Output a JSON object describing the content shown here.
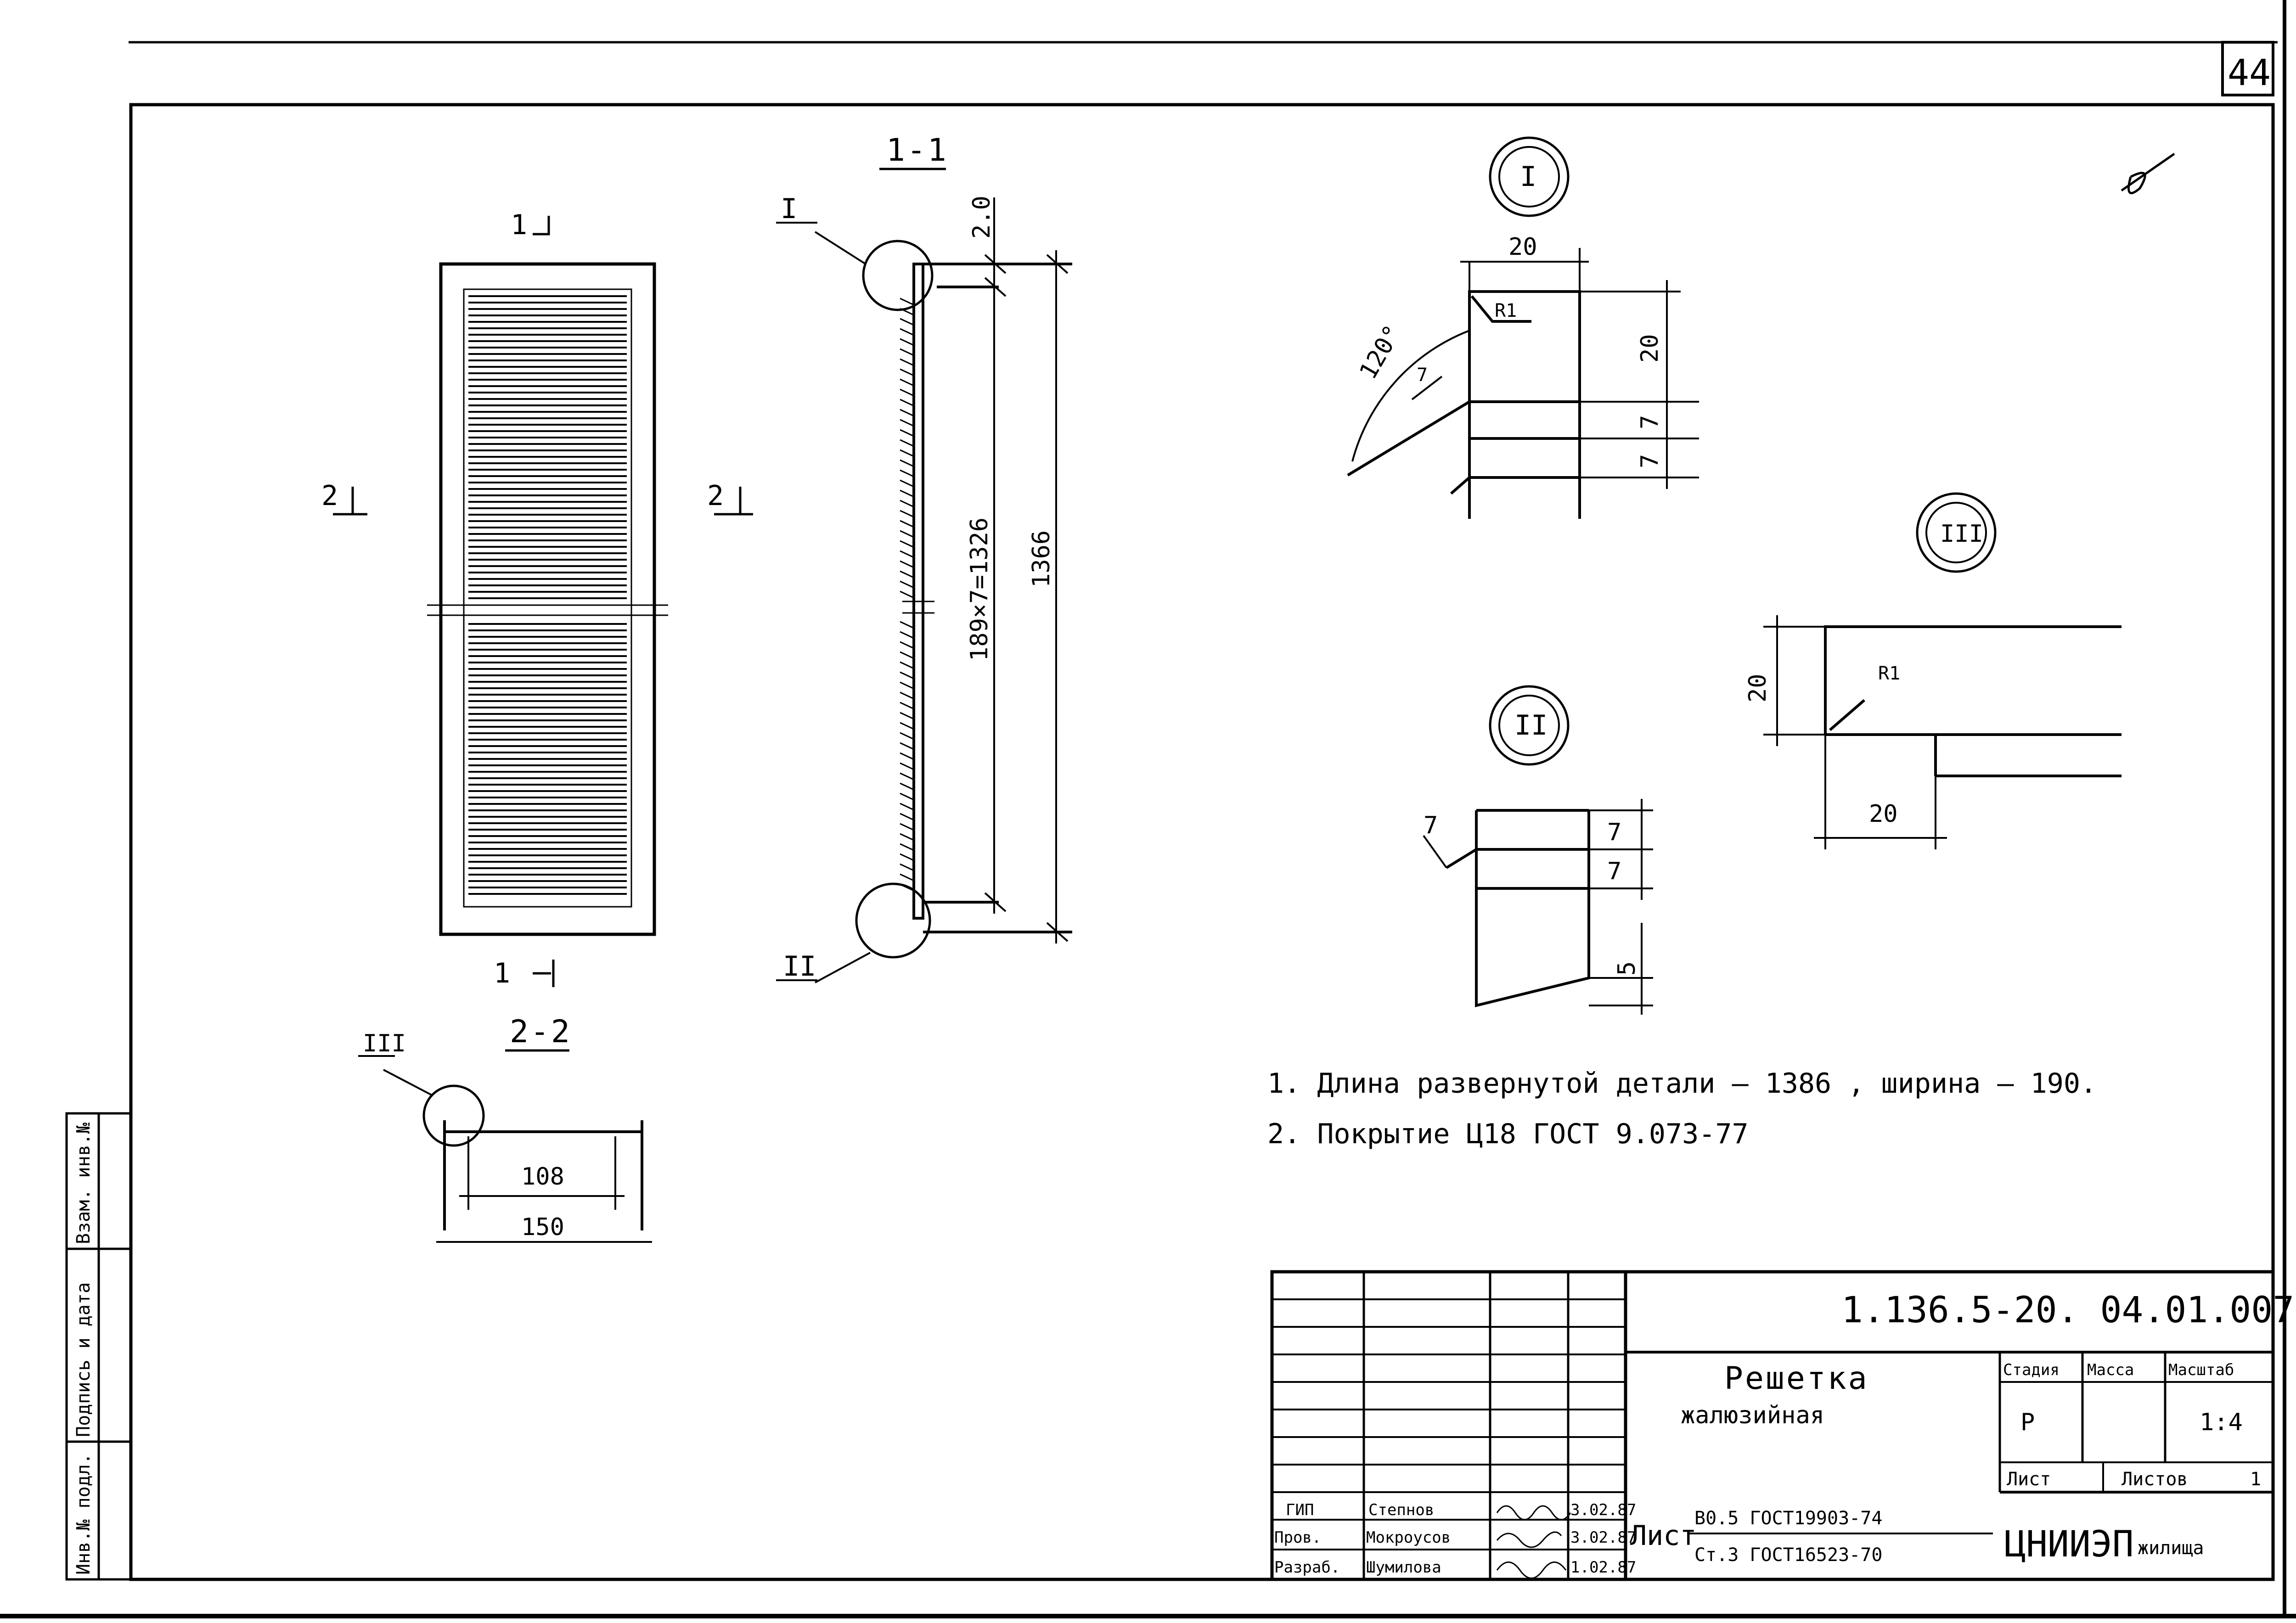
{
  "sheet": {
    "page_number": "44"
  },
  "views": {
    "view_1_1": {
      "label": "1-1",
      "callout_1": "I",
      "callout_2": "II",
      "dims": {
        "top_gap": "2.0",
        "pitch": "189×7=1326",
        "overall": "1366"
      }
    },
    "front_view": {
      "section_mark_top": "1",
      "section_mark_bottom": "1",
      "section_mark_left": "2",
      "section_mark_right": "2"
    },
    "view_2_2": {
      "label": "2-2",
      "callout_3": "III",
      "dims": {
        "inner": "108",
        "outer": "150"
      }
    }
  },
  "details": {
    "detail_I": {
      "marker": "I",
      "dims": {
        "width": "20",
        "height": "20",
        "step_1": "7",
        "step_2": "7",
        "slat": "7",
        "angle": "120°",
        "radius": "R1"
      }
    },
    "detail_II": {
      "marker": "II",
      "dims": {
        "slat": "7",
        "step_1": "7",
        "step_2": "7",
        "bottom": "5"
      }
    },
    "detail_III": {
      "marker": "III",
      "dims": {
        "height": "20",
        "width": "20",
        "radius": "R1"
      }
    }
  },
  "notes": [
    "1. Длина развернутой детали – 1386 , ширина – 190.",
    "2. Покрытие Ц18 ГОСТ 9.073-77"
  ],
  "title_block": {
    "doc_code": "1.136.5-20. 04.01.007",
    "title_line1": "Решетка",
    "title_line2": "жалюзийная",
    "col_headers": [
      "Стадия",
      "Масса",
      "Масштаб"
    ],
    "stage": "Р",
    "mass": "",
    "scale": "1:4",
    "sheet_label": "Лист",
    "sheets_label": "Листов",
    "sheets_count": "1",
    "material_label": "Лист",
    "material_numerator": "В0.5 ГОСТ19903-74",
    "material_denominator": "Ст.3 ГОСТ16523-70",
    "org_main": "ЦНИИЭП",
    "org_sub": "жилища",
    "signers": [
      {
        "role": "ГИП",
        "name": "Степнов",
        "date": "3.02.87"
      },
      {
        "role": "Пров.",
        "name": "Мокроусов",
        "date": "3.02.87"
      },
      {
        "role": "Разраб.",
        "name": "Шумилова",
        "date": "1.02.87"
      }
    ]
  },
  "side_stamp": {
    "inv_podl": "Инв.№ подл.",
    "podpis_data": "Подпись и дата",
    "vzam_inv": "Взам. инв.№"
  }
}
